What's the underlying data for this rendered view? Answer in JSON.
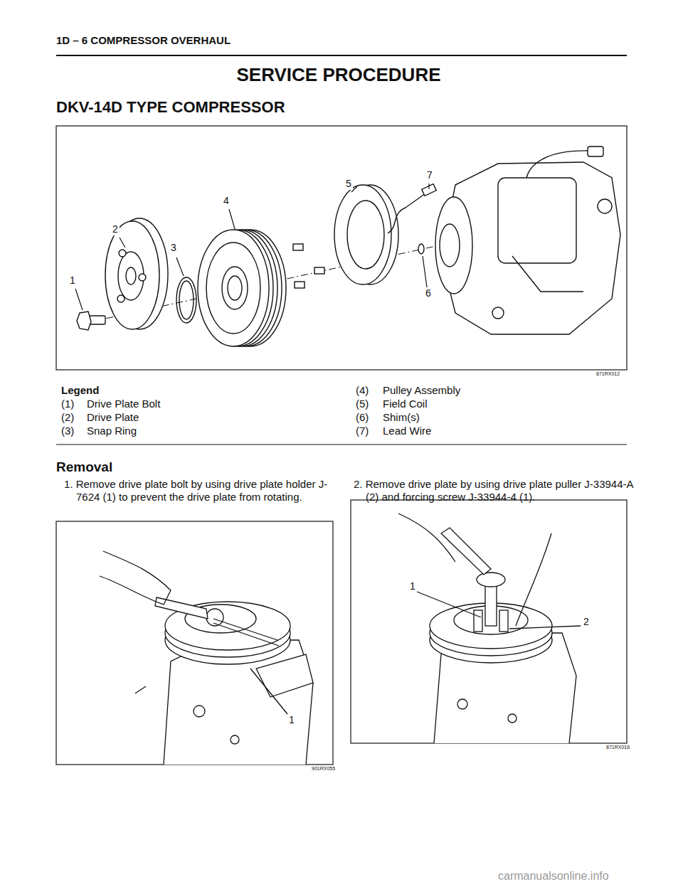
{
  "diagram": {
    "title": "SERVICE PROCEDURE",
    "labels": [
      "1D – 6  COMPRESSOR OVERHAUL",
      "DKV-14D TYPE COMPRESSOR",
      "1",
      "2",
      "3",
      "4",
      "5",
      "6",
      "7",
      "871RX012",
      "Legend",
      "(1)",
      "Drive Plate Bolt",
      "(2)",
      "Drive Plate",
      "(3)",
      "Snap Ring",
      "(4)",
      "Pulley Assembly",
      "(5)",
      "Field Coil",
      "(6)",
      "Shim(s)",
      "(7)",
      "Lead Wire",
      "Removal",
      "1. Remove drive plate bolt by using drive plate holder J-7624 (1) to prevent the drive plate from rotating.",
      "2. Remove drive plate by using drive plate puller J-33944-A (2) and forcing screw J-33944-4 (1).",
      "1",
      "901RX055",
      "1",
      "2",
      "871RX016",
      "carmanualsonline.info"
    ]
  }
}
